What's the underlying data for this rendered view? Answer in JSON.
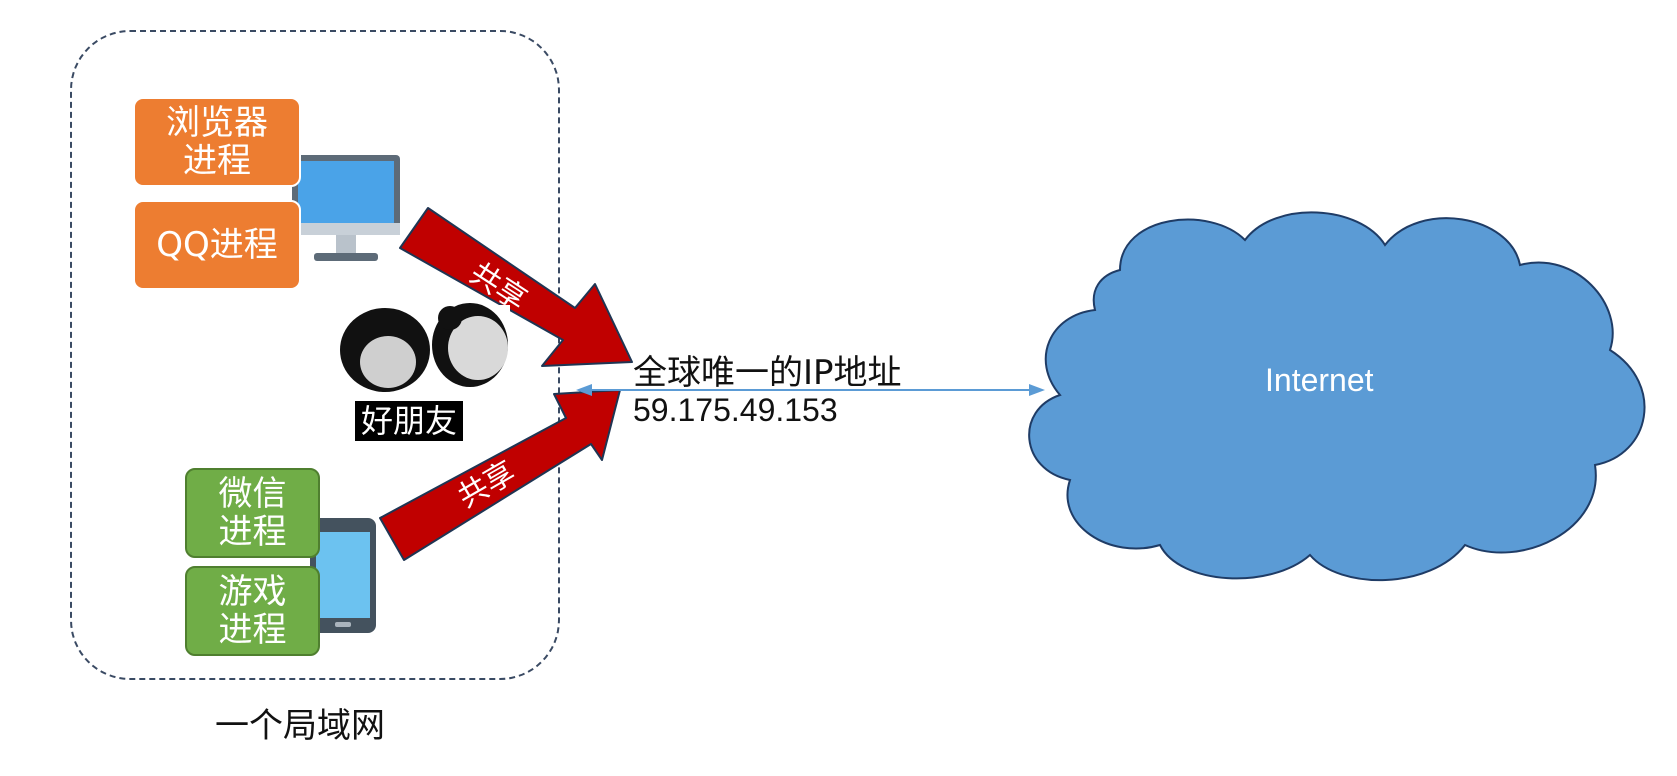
{
  "processes": {
    "browser": "浏览器\n进程",
    "qq": "QQ进程",
    "wechat": "微信\n进程",
    "game": "游戏\n进程"
  },
  "labels": {
    "lan": "一个局域网",
    "ip_title": "全球唯一的IP地址",
    "ip_address": "59.175.49.153",
    "internet": "Internet",
    "friends": "好朋友",
    "share_top": "共享",
    "share_bottom": "共享"
  },
  "colors": {
    "orange": "#ed7d31",
    "green": "#70ad47",
    "arrow_red": "#c00000",
    "cloud_blue": "#5b9bd5",
    "link_blue": "#5b9bd5"
  },
  "icons": [
    "desktop-computer-icon",
    "smartphone-icon",
    "cloud-icon"
  ]
}
